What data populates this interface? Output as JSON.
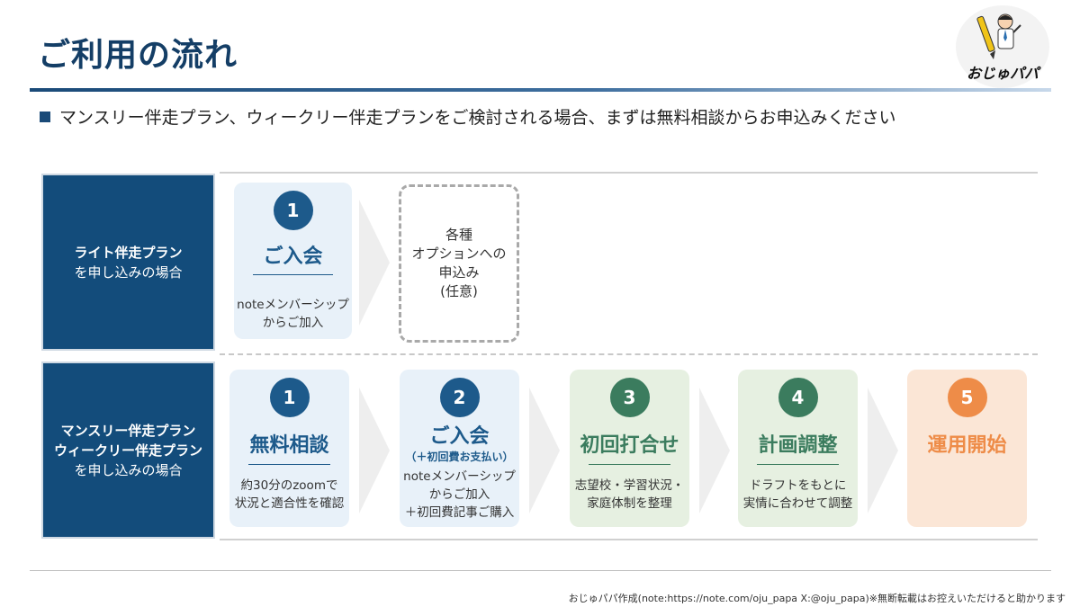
{
  "header": {
    "title": "ご利用の流れ",
    "logo_text": "おじゅパパ"
  },
  "lead": "マンスリー伴走プラン、ウィークリー伴走プランをご検討される場合、まずは無料相談からお申込みください",
  "light_plan": {
    "label_main": "ライト伴走プラン",
    "label_sub": "を申し込みの場合",
    "steps": [
      {
        "number": "1",
        "title": "ご入会",
        "desc_lines": [
          "noteメンバーシップ",
          "からご加入"
        ]
      }
    ],
    "optional": "各種\nオプションへの\n申込み\n(任意)"
  },
  "standard_plan": {
    "label_main_1": "マンスリー伴走プラン",
    "label_main_2": "ウィークリー伴走プラン",
    "label_sub": "を申し込みの場合",
    "steps": [
      {
        "number": "1",
        "title": "無料相談",
        "desc_lines": [
          "約30分のzoomで",
          "状況と適合性を確認"
        ]
      },
      {
        "number": "2",
        "title": "ご入会",
        "note": "（＋初回費お支払い）",
        "desc_lines": [
          "noteメンバーシップ",
          "からご加入",
          "＋初回費記事ご購入"
        ]
      },
      {
        "number": "3",
        "title": "初回打合せ",
        "desc_lines": [
          "志望校・学習状況・",
          "家庭体制を整理"
        ]
      },
      {
        "number": "4",
        "title": "計画調整",
        "desc_lines": [
          "ドラフトをもとに",
          "実情に合わせて調整"
        ]
      },
      {
        "number": "5",
        "title": "運用開始"
      }
    ]
  },
  "colors": {
    "navy": "#134c7b",
    "step_blue": "#1d5a8b",
    "step_green": "#3b7c5e",
    "step_orange": "#ee8c48"
  },
  "footer": "おじゅパパ作成(note:https://note.com/oju_papa X:@oju_papa)※無断転載はお控えいただけると助かります"
}
